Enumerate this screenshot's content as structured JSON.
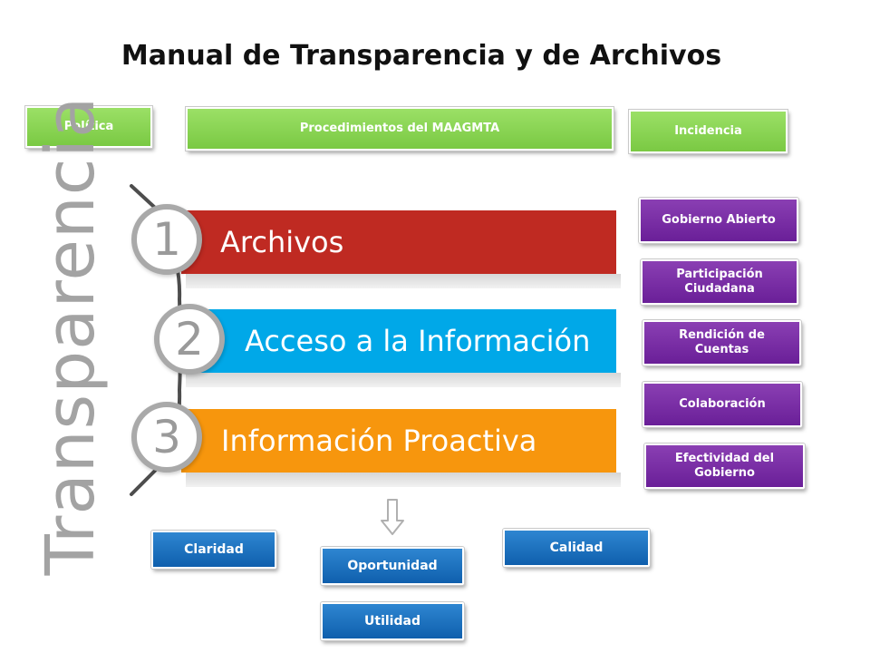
{
  "title": "Manual de Transparencia y de Archivos",
  "top_labels": {
    "politica": "Política",
    "procedimientos": "Procedimientos del MAAGMTA",
    "incidencia": "Incidencia"
  },
  "vertical_label": "Transparencia",
  "steps": [
    {
      "number": "1",
      "label": "Archivos",
      "color": "#bf2a22"
    },
    {
      "number": "2",
      "label": "Acceso a la Información",
      "color": "#00a8e8"
    },
    {
      "number": "3",
      "label": "Información Proactiva",
      "color": "#f7960d"
    }
  ],
  "right_labels": {
    "gobierno_abierto": "Gobierno Abierto",
    "participacion": "Participación Ciudadana",
    "rendicion": "Rendición de Cuentas",
    "colaboracion": "Colaboración",
    "efectividad": "Efectividad del Gobierno"
  },
  "bottom_labels": {
    "claridad": "Claridad",
    "oportunidad": "Oportunidad",
    "calidad": "Calidad",
    "utilidad": "Utilidad"
  },
  "colors": {
    "green": "#7ac943",
    "purple": "#7030a0",
    "blue": "#1a6fc0",
    "gray": "#a9a9a9"
  }
}
